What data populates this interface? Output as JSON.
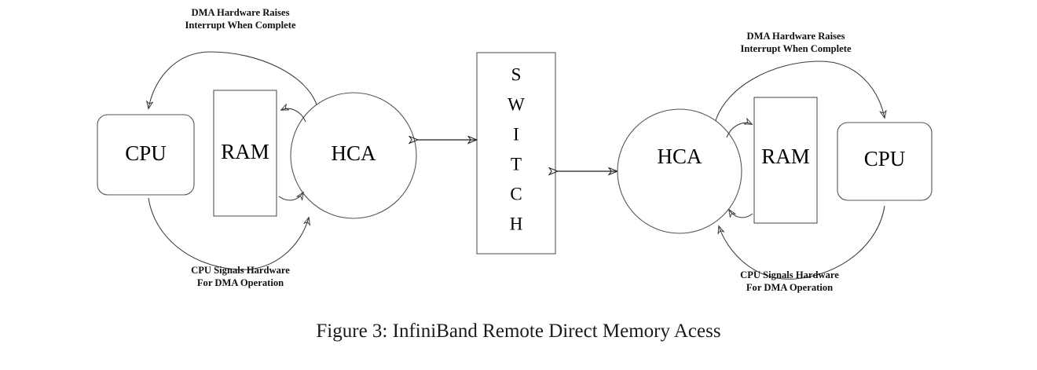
{
  "figure": {
    "caption": "Figure 3: InfiniBand Remote Direct Memory Acess",
    "background_color": "#ffffff",
    "stroke_color": "#555555",
    "text_color": "#000000"
  },
  "nodes": {
    "left_cpu": {
      "label": "CPU",
      "shape": "rounded-rect"
    },
    "left_ram": {
      "label": "RAM",
      "shape": "rect"
    },
    "left_hca": {
      "label": "HCA",
      "shape": "circle"
    },
    "switch": {
      "label": "SWITCH",
      "letters": [
        "S",
        "W",
        "I",
        "T",
        "C",
        "H"
      ],
      "shape": "rect"
    },
    "right_hca": {
      "label": "HCA",
      "shape": "circle"
    },
    "right_ram": {
      "label": "RAM",
      "shape": "rect"
    },
    "right_cpu": {
      "label": "CPU",
      "shape": "rounded-rect"
    }
  },
  "annotations": {
    "left_top": {
      "line1": "DMA Hardware Raises",
      "line2": "Interrupt When Complete"
    },
    "left_bottom": {
      "line1": "CPU Signals Hardware",
      "line2": "For DMA Operation"
    },
    "right_top": {
      "line1": "DMA Hardware Raises",
      "line2": "Interrupt When Complete"
    },
    "right_bottom": {
      "line1": "CPU Signals Hardware",
      "line2": "For DMA Operation"
    }
  },
  "connections": [
    {
      "name": "left-hca-to-switch",
      "from": "left_hca",
      "to": "switch",
      "style": "double-arrow"
    },
    {
      "name": "switch-to-right-hca",
      "from": "switch",
      "to": "right_hca",
      "style": "double-arrow"
    },
    {
      "name": "left-hca-to-ram",
      "from": "left_hca",
      "to": "left_ram",
      "style": "arc-arrow"
    },
    {
      "name": "left-ram-to-hca",
      "from": "left_ram",
      "to": "left_hca",
      "style": "arc-arrow"
    },
    {
      "name": "left-hca-to-cpu-interrupt",
      "from": "left_hca",
      "to": "left_cpu",
      "style": "long-arc-arrow"
    },
    {
      "name": "left-cpu-to-hca-signal",
      "from": "left_cpu",
      "to": "left_hca",
      "style": "long-arc-arrow"
    },
    {
      "name": "right-hca-to-ram",
      "from": "right_hca",
      "to": "right_ram",
      "style": "arc-arrow"
    },
    {
      "name": "right-ram-to-hca",
      "from": "right_ram",
      "to": "right_hca",
      "style": "arc-arrow"
    },
    {
      "name": "right-hca-to-cpu-interrupt",
      "from": "right_hca",
      "to": "right_cpu",
      "style": "long-arc-arrow"
    },
    {
      "name": "right-cpu-to-hca-signal",
      "from": "right_cpu",
      "to": "right_hca",
      "style": "long-arc-arrow"
    }
  ]
}
